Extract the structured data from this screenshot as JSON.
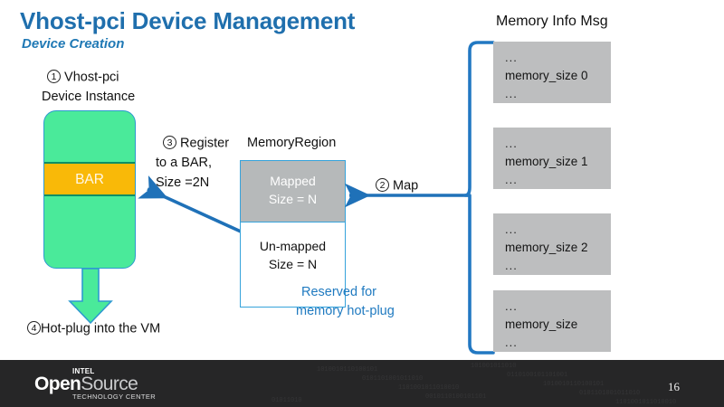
{
  "slide": {
    "title": "Vhost-pci Device Management",
    "subtitle": "Device Creation",
    "page_number": "16",
    "accent_blue": "#1F6FAD",
    "arrow_blue": "#1F71B8",
    "device_green": "#4AEA9A",
    "bar_orange": "#F9B908",
    "mapped_gray": "#B6B9BA",
    "msgbox_gray": "#BDBEBF",
    "footer_dark": "#262627"
  },
  "device": {
    "step1_num": "1",
    "step1_line1": "Vhost-pci",
    "step1_line2": "Device Instance",
    "bar_label": "BAR",
    "step4_num": "4",
    "step4_label": "Hot-plug into the VM"
  },
  "register": {
    "step3_num": "3",
    "line1": "Register",
    "line2": "to a BAR,",
    "line3": "Size =2N"
  },
  "memory_region": {
    "heading": "MemoryRegion",
    "mapped_line1": "Mapped",
    "mapped_line2": "Size = N",
    "unmapped_line1": "Un-mapped",
    "unmapped_line2": "Size = N",
    "note_line1": "Reserved for",
    "note_line2": "memory hot-plug"
  },
  "map": {
    "step2_num": "2",
    "label": "Map"
  },
  "memory_info": {
    "heading": "Memory Info Msg",
    "boxes": [
      {
        "top": "...",
        "label": "memory_size 0",
        "bottom": "..."
      },
      {
        "top": "...",
        "label": "memory_size 1",
        "bottom": "..."
      },
      {
        "top": "...",
        "label": "memory_size 2",
        "bottom": "..."
      },
      {
        "top": "...",
        "label": "memory_size",
        "bottom": "..."
      }
    ]
  },
  "footer": {
    "logo_intel": "INTEL",
    "logo_open": "Open",
    "logo_source": "Source",
    "logo_tagline": "TECHNOLOGY CENTER"
  }
}
